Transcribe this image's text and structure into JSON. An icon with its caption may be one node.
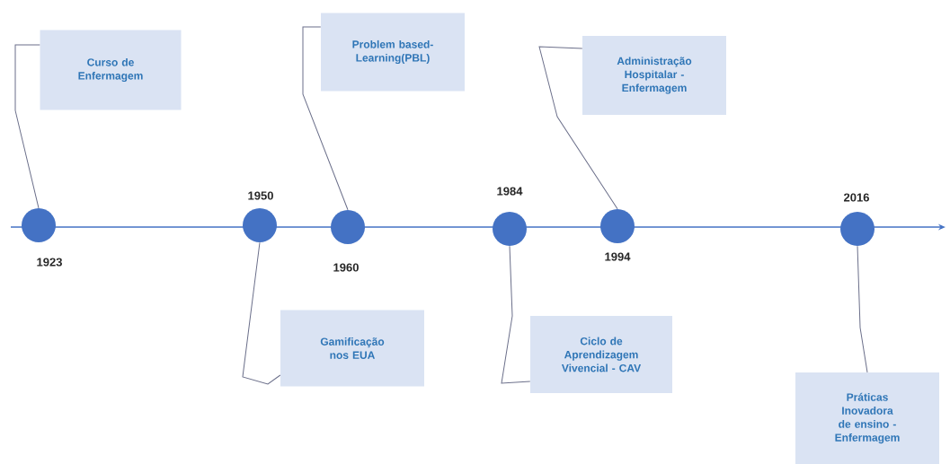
{
  "diagram": {
    "nodes": [
      {
        "text": [
          "Curso de Enfermagem"
        ]
      },
      {
        "text": [
          "Problem based-Learning(PBL)"
        ]
      },
      {
        "text": [
          "Administração Hospitalar - Enfermagem"
        ]
      },
      {
        "text": [
          "Gamificação nos EUA"
        ]
      },
      {
        "text": [
          "Ciclo de Aprendizagem Vivencial - CAV"
        ]
      },
      {
        "text": [
          "Práticas Inovadora de ensino - Enfermagem"
        ]
      },
      {
        "text": [],
        "shape": "circle",
        "beside": [
          "1923"
        ]
      },
      {
        "text": [],
        "shape": "circle",
        "beside": [
          "1950"
        ]
      },
      {
        "text": [],
        "shape": "circle",
        "beside": [
          "1960"
        ]
      },
      {
        "text": [],
        "shape": "circle",
        "beside": [
          "1984"
        ]
      },
      {
        "text": [],
        "shape": "circle",
        "beside": [
          "1994"
        ]
      },
      {
        "text": [],
        "shape": "circle",
        "beside": [
          "2016"
        ]
      }
    ],
    "edges": [
      {
        "from": 6,
        "to": 0,
        "arrow": "none"
      },
      {
        "from": 7,
        "to": 3,
        "arrow": "none"
      },
      {
        "from": 8,
        "to": 1,
        "arrow": "none"
      },
      {
        "from": 9,
        "to": 4,
        "arrow": "none"
      },
      {
        "from": 10,
        "to": 2,
        "arrow": "none"
      },
      {
        "from": 11,
        "to": 5,
        "arrow": "none"
      }
    ]
  }
}
